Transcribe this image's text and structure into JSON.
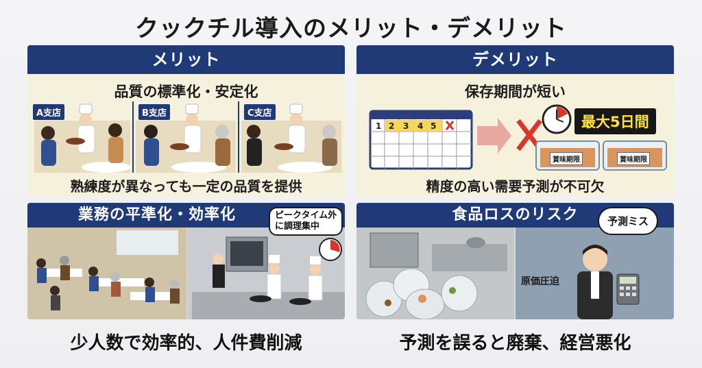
{
  "title": "クックチル導入のメリット・デメリット",
  "merit": {
    "header": "メリット",
    "subtitle": "品質の標準化・安定化",
    "branches": [
      "A支店",
      "B支店",
      "C支店"
    ],
    "caption": "熟練度が異なっても一定の品質を提供"
  },
  "demerit": {
    "header": "デメリット",
    "subtitle": "保存期間が短い",
    "calendar_days": [
      "1",
      "2",
      "3",
      "4",
      "5"
    ],
    "max_days_badge": "最大5日間",
    "expiry_label": "賞味期限",
    "caption": "精度の高い需要予測が不可欠"
  },
  "efficiency": {
    "header": "業務の平準化・効率化",
    "callout": "ピークタイム外\nに調理集中",
    "caption": "少人数で効率的、人件費削減"
  },
  "food_loss": {
    "header": "食品ロスのリスク",
    "bubble": "予測ミス",
    "cost_label": "原価圧迫",
    "caption": "予測を誤ると廃棄、経営悪化"
  },
  "colors": {
    "header_bg": "#1f3a76",
    "panel_bg": "#f6f1dc",
    "accent_red": "#d9362b",
    "badge_text": "#ffe23a"
  }
}
